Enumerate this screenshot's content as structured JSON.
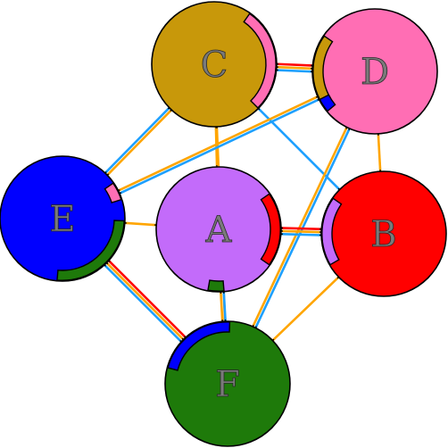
{
  "nodes": [
    {
      "id": "A",
      "label": "A",
      "color": "#c36bfa"
    },
    {
      "id": "B",
      "label": "B",
      "color": "#ff0000"
    },
    {
      "id": "C",
      "label": "C",
      "color": "#c8980a"
    },
    {
      "id": "D",
      "label": "D",
      "color": "#ff6eb4"
    },
    {
      "id": "E",
      "label": "E",
      "color": "#0000ff"
    },
    {
      "id": "F",
      "label": "F",
      "color": "#1e7a0a"
    }
  ],
  "edges": [
    {
      "from": "C",
      "to": "D",
      "colors": [
        "#ff0000",
        "#ffa500",
        "#1ea0ff"
      ]
    },
    {
      "from": "C",
      "to": "E",
      "colors": [
        "#ffa500",
        "#1ea0ff"
      ]
    },
    {
      "from": "C",
      "to": "A",
      "colors": [
        "#ffa500"
      ]
    },
    {
      "from": "C",
      "to": "B",
      "colors": [
        "#1ea0ff"
      ]
    },
    {
      "from": "C",
      "to": "F",
      "colors": [
        "#ffa500"
      ]
    },
    {
      "from": "D",
      "to": "E",
      "colors": [
        "#1ea0ff",
        "#ffa500"
      ]
    },
    {
      "from": "D",
      "to": "B",
      "colors": [
        "#ffa500"
      ]
    },
    {
      "from": "D",
      "to": "F",
      "colors": [
        "#1ea0ff",
        "#ffa500"
      ]
    },
    {
      "from": "E",
      "to": "A",
      "colors": [
        "#ffa500"
      ]
    },
    {
      "from": "E",
      "to": "F",
      "colors": [
        "#ff0000",
        "#ffa500",
        "#1ea0ff"
      ]
    },
    {
      "from": "A",
      "to": "B",
      "colors": [
        "#ff0000",
        "#ffa500",
        "#1ea0ff"
      ]
    },
    {
      "from": "A",
      "to": "F",
      "colors": [
        "#1ea0ff",
        "#ffa500"
      ]
    },
    {
      "from": "B",
      "to": "F",
      "colors": [
        "#ffa500"
      ]
    }
  ],
  "arcs": [
    {
      "node": "C",
      "color": "#ff6eb4"
    },
    {
      "node": "D",
      "color": "#c8980a"
    },
    {
      "node": "D",
      "color": "#0000ff"
    },
    {
      "node": "E",
      "color": "#ff6eb4"
    },
    {
      "node": "E",
      "color": "#1e7a0a"
    },
    {
      "node": "A",
      "color": "#ff0000"
    },
    {
      "node": "A",
      "color": "#1e7a0a"
    },
    {
      "node": "B",
      "color": "#c36bfa"
    },
    {
      "node": "F",
      "color": "#0000ff"
    }
  ]
}
